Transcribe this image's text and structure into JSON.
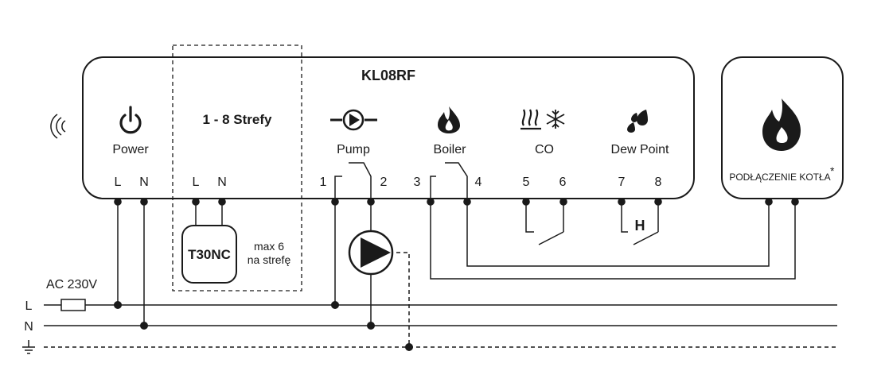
{
  "controller": {
    "model": "KL08RF",
    "zones_title": "1 - 8 Strefy",
    "labels": {
      "power": "Power",
      "pump": "Pump",
      "boiler": "Boiler",
      "co": "CO",
      "dew_point": "Dew Point"
    },
    "terminals": {
      "power_l": "L",
      "power_n": "N",
      "zone_l": "L",
      "zone_n": "N",
      "t1": "1",
      "t2": "2",
      "t3": "3",
      "t4": "4",
      "t5": "5",
      "t6": "6",
      "t7": "7",
      "t8": "8"
    },
    "dew_point_contact_label": "H"
  },
  "thermostat": {
    "model": "T30NC",
    "note_line1": "max 6",
    "note_line2": "na strefę"
  },
  "boiler_box": {
    "label": "PODŁĄCZENIE KOTŁA",
    "asterisk": "*"
  },
  "mains": {
    "supply_label": "AC 230V",
    "line_l": "L",
    "line_n": "N"
  },
  "colors": {
    "ink": "#1a1a1a",
    "background": "#ffffff"
  }
}
